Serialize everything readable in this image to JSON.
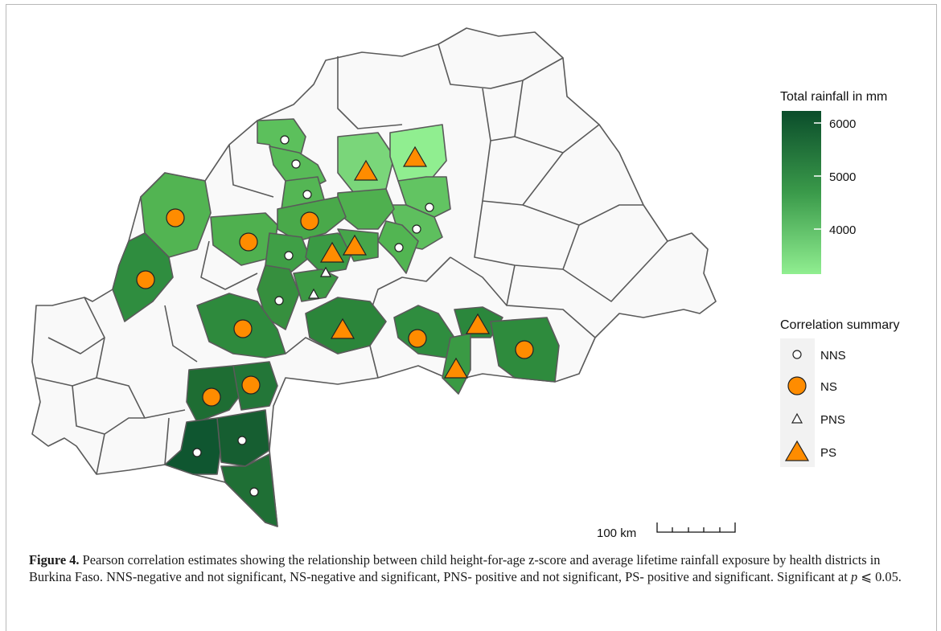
{
  "rainfall_legend": {
    "title": "Total rainfall in mm",
    "ticks": [
      "6000",
      "5000",
      "4000"
    ],
    "colors": {
      "low": "#90ee90",
      "high": "#0b4d2b"
    }
  },
  "correlation_legend": {
    "title": "Correlation summary",
    "items": [
      {
        "symbol": "small-circle",
        "label": "NNS"
      },
      {
        "symbol": "large-circle",
        "label": "NS"
      },
      {
        "symbol": "small-triangle",
        "label": "PNS"
      },
      {
        "symbol": "large-triangle",
        "label": "PS"
      }
    ],
    "colors": {
      "significant": "#ff8c00",
      "not_significant": "#ffffff"
    }
  },
  "scale_bar": {
    "label": "100 km"
  },
  "caption": {
    "figure_label": "Figure 4.",
    "text_before_p": " Pearson correlation estimates showing the relationship between child height-for-age z-score and average lifetime rainfall exposure by health districts in Burkina Faso. NNS-negative and not significant, NS-negative and significant, PNS- positive and not significant, PS- positive and significant. Significant at ",
    "p_symbol": "p",
    "text_after_p": " ⩽ 0.05."
  },
  "map_colors": {
    "no_data": "#f9f9f9",
    "border": "#5a5a5a"
  }
}
